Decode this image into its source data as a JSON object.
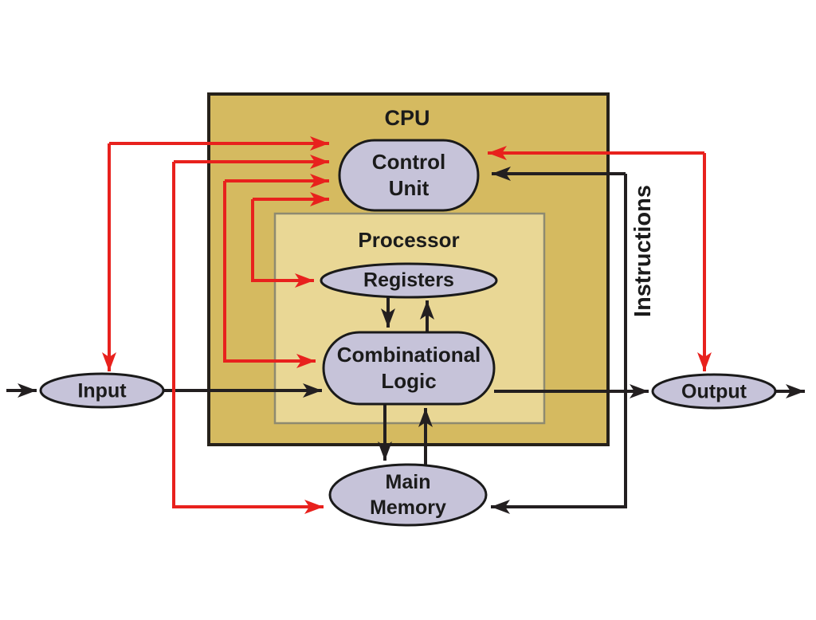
{
  "diagram": {
    "type": "block-diagram",
    "subject": "CPU architecture (von Neumann) diagram",
    "containers": {
      "cpu": {
        "label": "CPU"
      },
      "processor": {
        "label": "Processor"
      }
    },
    "nodes": {
      "control_unit": {
        "label": "Control\nUnit"
      },
      "registers": {
        "label": "Registers"
      },
      "combinational_logic": {
        "label": "Combinational\nLogic"
      },
      "main_memory": {
        "label": "Main\nMemory"
      },
      "input": {
        "label": "Input"
      },
      "output": {
        "label": "Output"
      }
    },
    "edge_labels": {
      "instructions": "Instructions"
    },
    "edges": [
      {
        "between": [
          "control_unit",
          "input"
        ],
        "color": "red",
        "bidirectional": true
      },
      {
        "between": [
          "control_unit",
          "main_memory"
        ],
        "color": "red",
        "bidirectional": true
      },
      {
        "between": [
          "control_unit",
          "combinational_logic"
        ],
        "color": "red",
        "bidirectional": true
      },
      {
        "between": [
          "control_unit",
          "registers"
        ],
        "color": "red",
        "bidirectional": true
      },
      {
        "between": [
          "control_unit",
          "output"
        ],
        "color": "red",
        "bidirectional": true
      },
      {
        "between": [
          "control_unit",
          "main_memory"
        ],
        "color": "black",
        "bidirectional": true,
        "label": "Instructions"
      },
      {
        "from": "external-left",
        "to": "input",
        "color": "black"
      },
      {
        "from": "input",
        "to": "combinational_logic",
        "color": "black"
      },
      {
        "from": "combinational_logic",
        "to": "output",
        "color": "black"
      },
      {
        "from": "output",
        "to": "external-right",
        "color": "black"
      },
      {
        "from": "registers",
        "to": "combinational_logic",
        "color": "black"
      },
      {
        "from": "combinational_logic",
        "to": "registers",
        "color": "black"
      },
      {
        "from": "combinational_logic",
        "to": "main_memory",
        "color": "black"
      },
      {
        "from": "main_memory",
        "to": "combinational_logic",
        "color": "black"
      }
    ],
    "colors": {
      "background": "#ffffff",
      "cpu_fill": "#d5ba60",
      "cpu_border": "#26211a",
      "processor_fill": "#e9d795",
      "processor_border": "#8e8a70",
      "node_fill": "#c6c3d9",
      "node_border": "#1a1a1a",
      "red_arrow": "#e8211d",
      "black_arrow": "#231f20",
      "text": "#1b1b1b"
    }
  }
}
